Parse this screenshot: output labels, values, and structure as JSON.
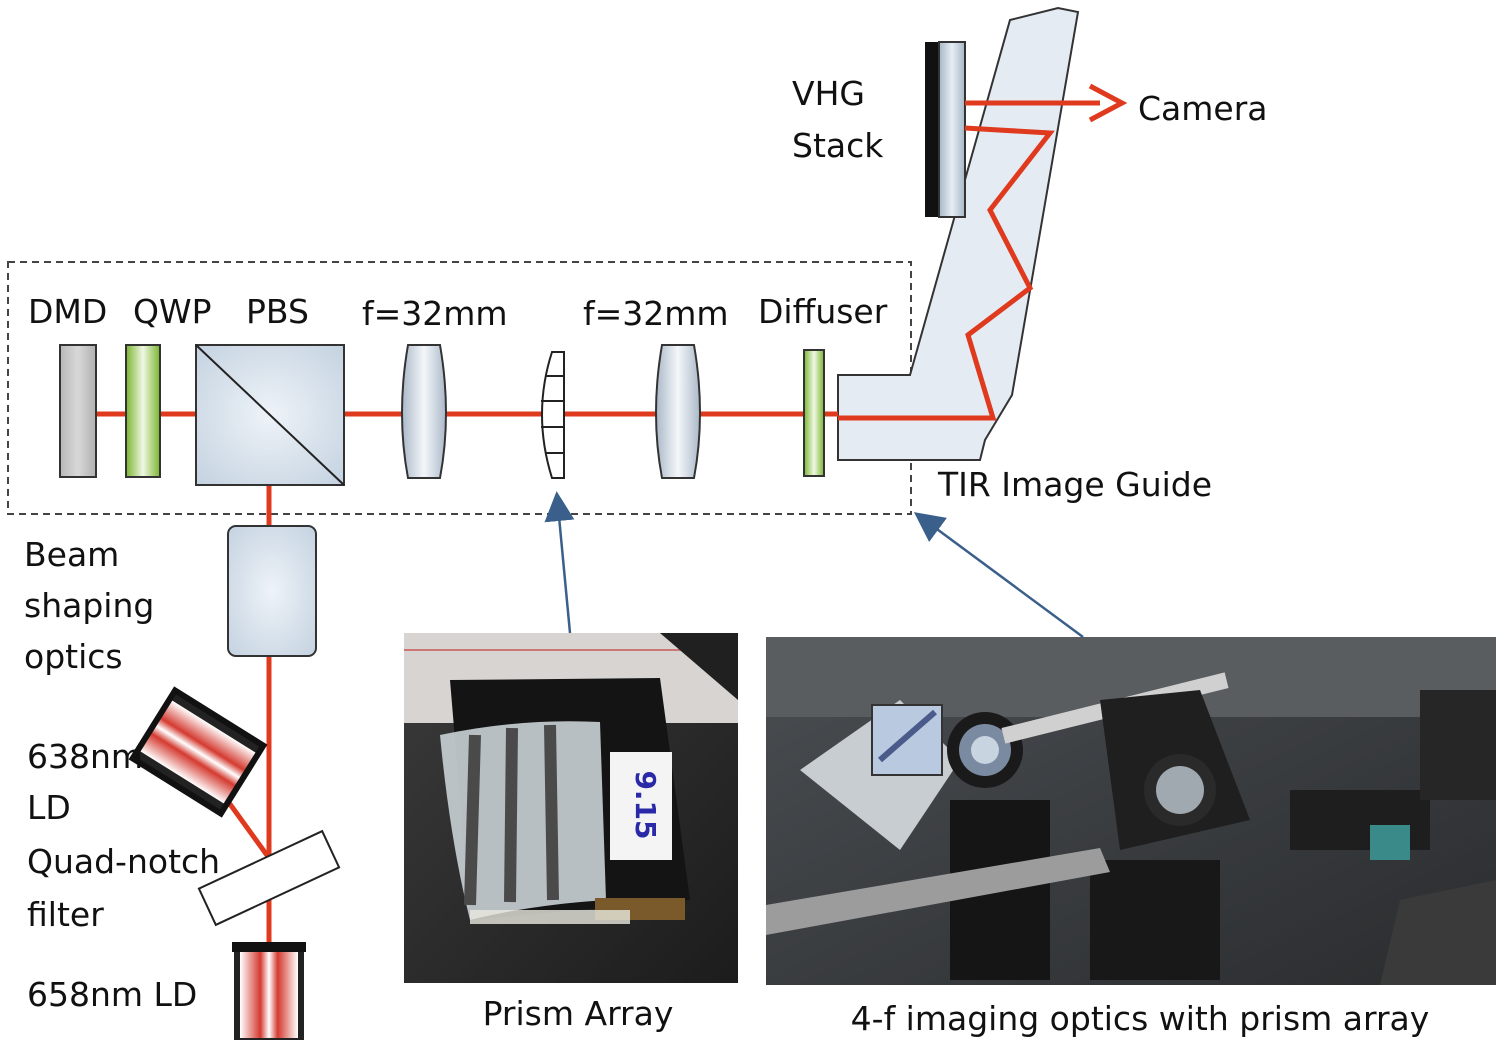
{
  "colors": {
    "beam": "#e03a1e",
    "element_gray": "#c9c9c9",
    "filter_green": "#8cc63f",
    "glass": "#d6e2ee",
    "guide_fill": "#e6edf5",
    "arrow": "#3a5f8a",
    "outline": "#333333"
  },
  "labels": {
    "dmd": "DMD",
    "qwp": "QWP",
    "pbs": "PBS",
    "lens1": "f=32mm",
    "lens2": "f=32mm",
    "diffuser": "Diffuser",
    "vhg_line1": "VHG",
    "vhg_line2": "Stack",
    "camera": "Camera",
    "tir_guide": "TIR Image Guide",
    "beam_line1": "Beam",
    "beam_line2": "shaping",
    "beam_line3": "optics",
    "ld638_line1": "638nm",
    "ld638_line2": "LD",
    "quad_line1": "Quad-notch",
    "quad_line2": "filter",
    "ld658": "658nm LD",
    "photo_prism_caption": "Prism Array",
    "photo_4f_caption": "4-f imaging optics with prism array"
  },
  "photo_prism_label": "9.15"
}
